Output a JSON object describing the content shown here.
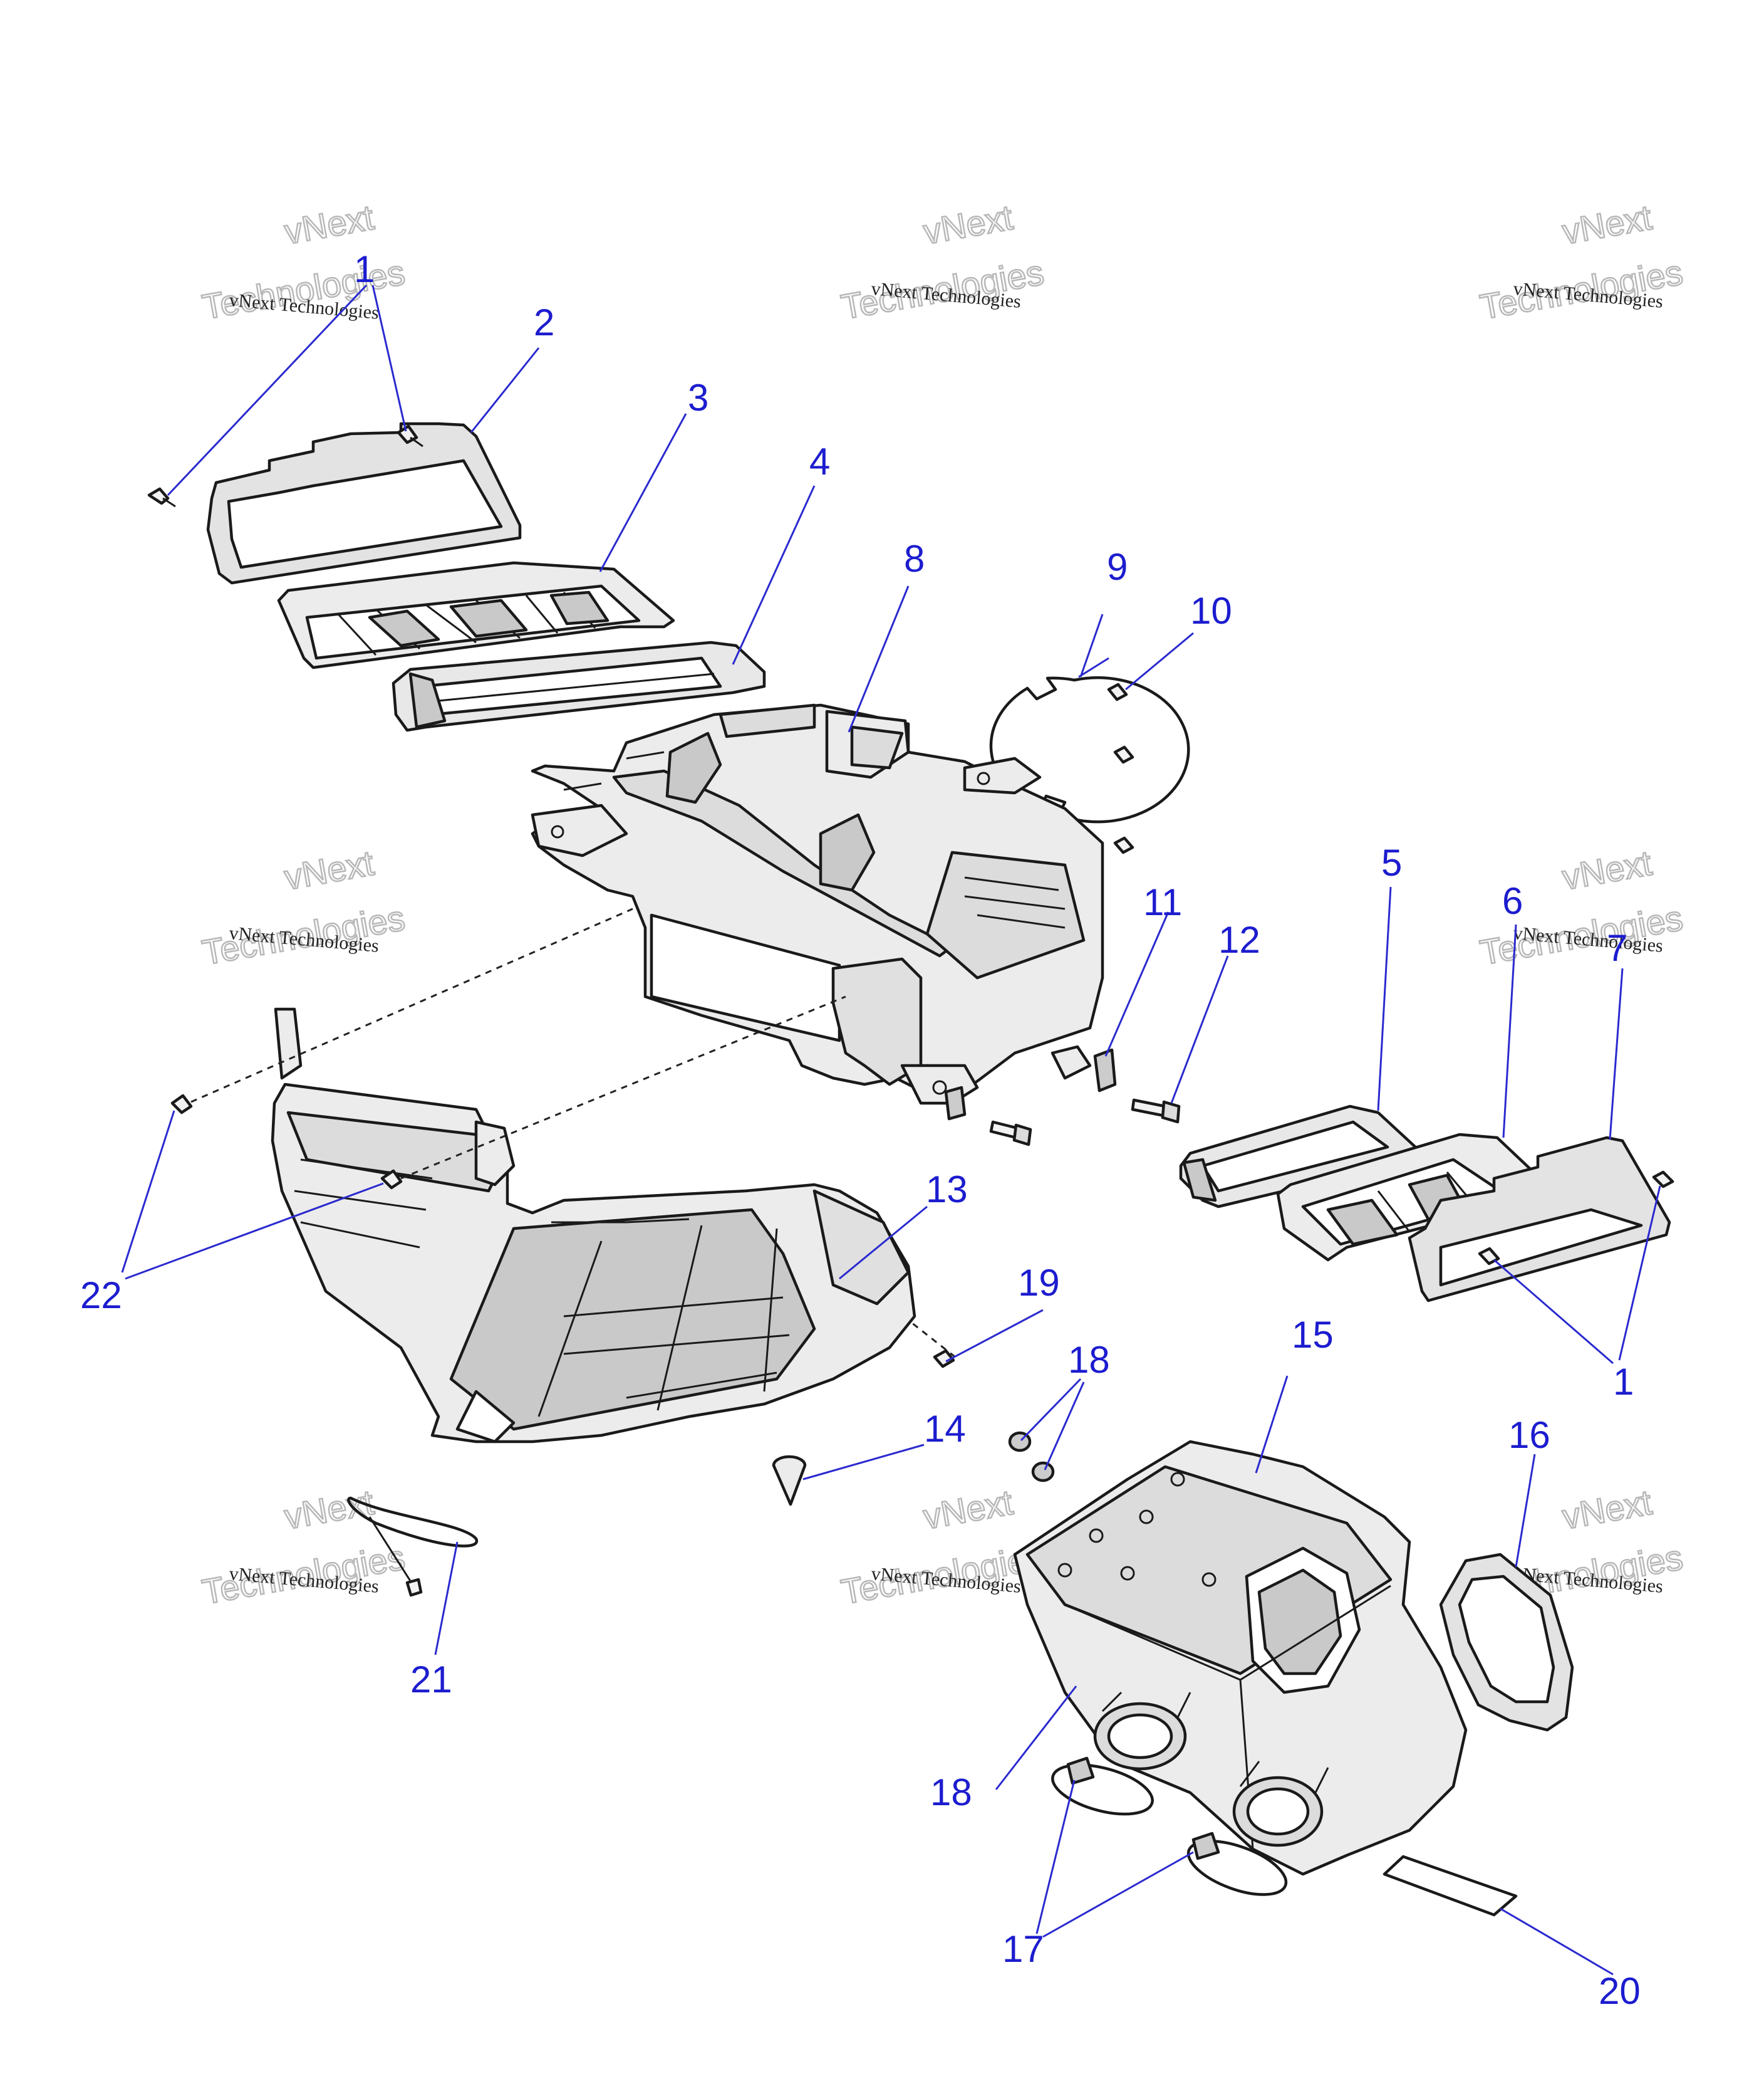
{
  "callouts": {
    "c1a": "1",
    "c1b": "1",
    "c2": "2",
    "c3": "3",
    "c4": "4",
    "c5": "5",
    "c6": "6",
    "c7": "7",
    "c8": "8",
    "c9": "9",
    "c10": "10",
    "c11": "11",
    "c12": "12",
    "c13": "13",
    "c14": "14",
    "c15": "15",
    "c16": "16",
    "c17": "17",
    "c18a": "18",
    "c18b": "18",
    "c19": "19",
    "c20": "20",
    "c21": "21",
    "c22": "22"
  },
  "watermark": {
    "line1": "vNext Technologies",
    "line2a": "vNext",
    "line2b": "Technologies"
  },
  "colors": {
    "callout": "#1c1ccf",
    "part_fill": "#ececec",
    "part_shade": "#c9c9c9",
    "outline": "#1a1a1a"
  }
}
